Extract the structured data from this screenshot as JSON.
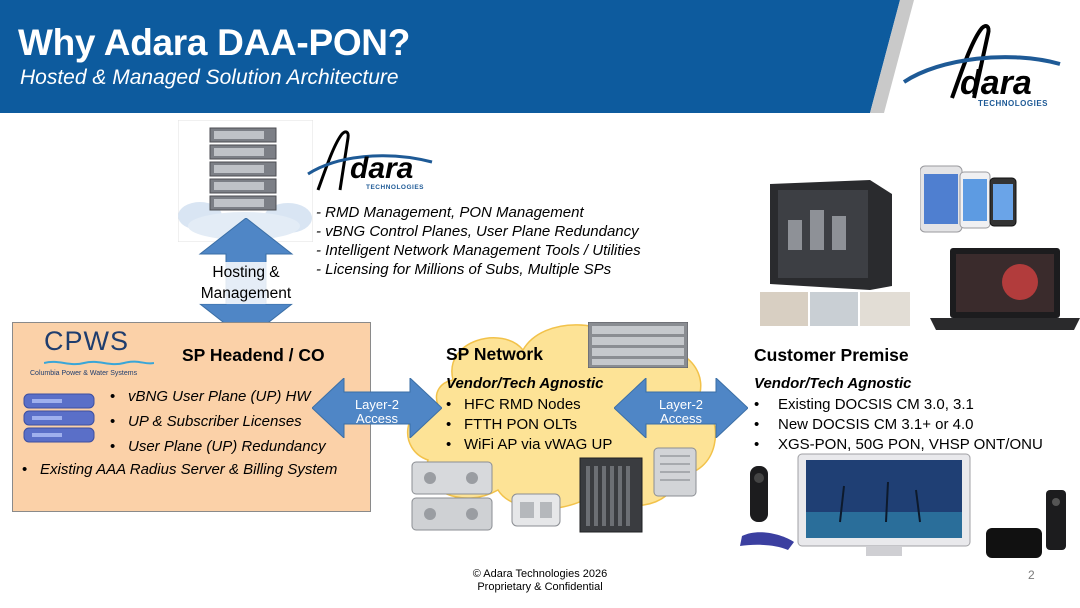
{
  "header": {
    "title": "Why Adara DAA-PON?",
    "subtitle": "Hosted & Managed Solution Architecture"
  },
  "logo": {
    "word": "dara",
    "tagline": "TECHNOLOGIES"
  },
  "adara_features": [
    "- RMD Management, PON Management",
    "- vBNG Control Planes, User Plane Redundancy",
    "- Intelligent Network Management Tools / Utilities",
    "- Licensing for Millions of Subs, Multiple SPs"
  ],
  "hosting": {
    "line1": "Hosting &",
    "line2": "Management"
  },
  "headend": {
    "cpws_name": "CPWS",
    "cpws_full": "Columbia Power & Water Systems",
    "title": "SP Headend / CO",
    "items": [
      "vBNG User Plane (UP) HW",
      "UP & Subscriber Licenses",
      "User Plane (UP) Redundancy"
    ],
    "extra": "Existing AAA Radius Server & Billing System",
    "bullet": "•"
  },
  "network": {
    "title": "SP Network",
    "subtitle": "Vendor/Tech Agnostic",
    "items": [
      "HFC RMD Nodes",
      "FTTH PON OLTs",
      "WiFi AP via vWAG UP"
    ]
  },
  "arrows": {
    "left_line1": "Layer-2",
    "left_line2": "Access",
    "right_line1": "Layer-2",
    "right_line2": "Access"
  },
  "customer": {
    "title": "Customer Premise",
    "subtitle": "Vendor/Tech Agnostic",
    "items": [
      "Existing DOCSIS CM 3.0, 3.1",
      "New DOCSIS CM 3.1+ or 4.0",
      "XGS-PON, 50G PON, VHSP ONT/ONU"
    ]
  },
  "footer": {
    "line1": "© Adara Technologies 2026",
    "line2": "Proprietary & Confidential",
    "page": "2"
  },
  "colors": {
    "header_blue": "#0d5b9e",
    "arrow_blue": "#4f86c6",
    "headend_fill": "#fbd1a8",
    "cloud_fill": "#fde396"
  }
}
